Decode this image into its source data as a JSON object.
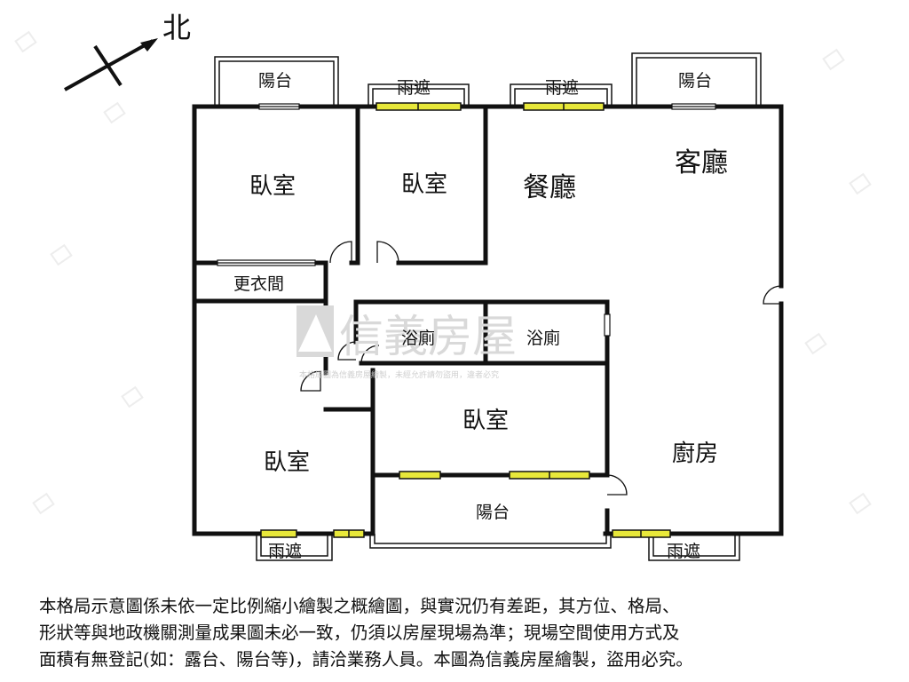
{
  "compass": {
    "label": "北"
  },
  "rooms": {
    "bedroom_nw": "臥室",
    "bedroom_n": "臥室",
    "dining": "餐廳",
    "living": "客廳",
    "closet": "更衣間",
    "bath_left": "浴廁",
    "bath_right": "浴廁",
    "bedroom_center": "臥室",
    "bedroom_sw": "臥室",
    "kitchen": "廚房"
  },
  "exterior": {
    "balcony_top_left": "陽台",
    "canopy_top_1": "雨遮",
    "canopy_top_2": "雨遮",
    "balcony_top_right": "陽台",
    "balcony_bottom": "陽台",
    "canopy_bottom_left": "雨遮",
    "canopy_bottom_right": "雨遮"
  },
  "watermark": {
    "brand": "信義房屋",
    "notice": "本格局圖為信義房屋繪製，未經允許請勿盜用，違者必究"
  },
  "disclaimer": {
    "line1": "本格局示意圖係未依一定比例縮小繪製之概繪圖，與實況仍有差距，其方位、格局、",
    "line2": "形狀等與地政機關測量成果圖未必一致，仍須以房屋現場為準；現場空間使用方式及",
    "line3": "面積有無登記(如：露台、陽台等)，請洽業務人員。本圖為信義房屋繪製，盜用必究。"
  },
  "colors": {
    "wall": "#111111",
    "window": "#e8e83a",
    "watermark": "#d9d9d9"
  }
}
